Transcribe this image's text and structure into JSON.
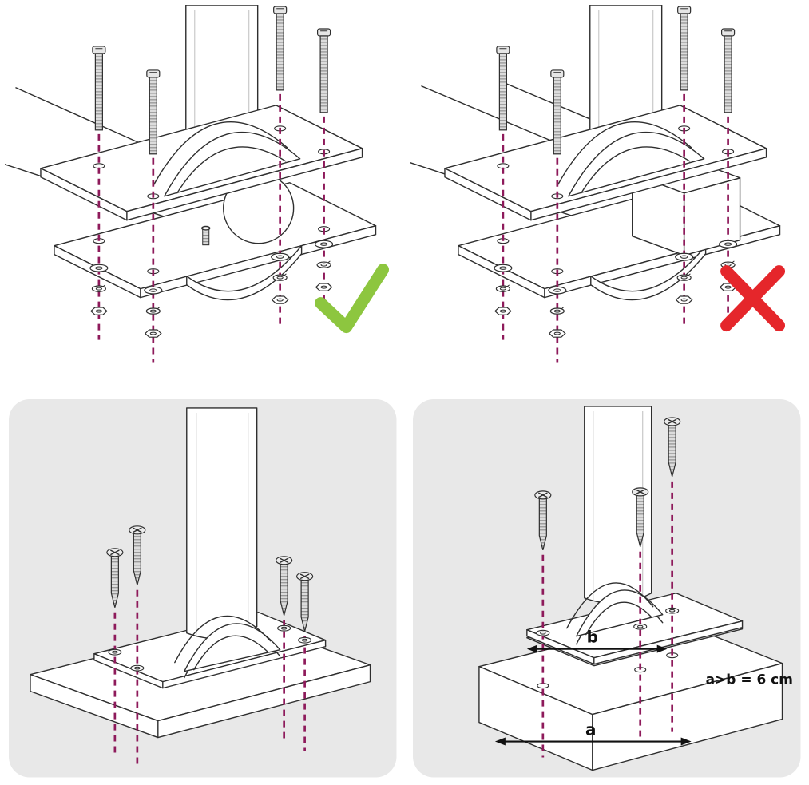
{
  "figure": {
    "title": "pole-mounting-assembly-instructions",
    "colors": {
      "check_green": "#8dc63f",
      "cross_red": "#e5262b",
      "guide_magenta": "#8e1a5b",
      "panel_gray": "#e8e8e8",
      "line_dark": "#2e2e2e"
    },
    "panels": [
      {
        "id": "round-rail-clamp",
        "position": "top-left",
        "verdict": "correct",
        "mark": "check"
      },
      {
        "id": "square-rail-clamp",
        "position": "top-right",
        "verdict": "incorrect",
        "mark": "cross"
      },
      {
        "id": "thin-board-mount",
        "position": "bottom-left"
      },
      {
        "id": "thick-board-mount",
        "position": "bottom-right",
        "dimensions": {
          "plate_width_label": "b",
          "board_width_label": "a",
          "rule": "a>b = 6 cm"
        }
      }
    ]
  },
  "labels": {
    "dim_a": "a",
    "dim_b": "b",
    "size_rule": "a>b = 6 cm"
  }
}
